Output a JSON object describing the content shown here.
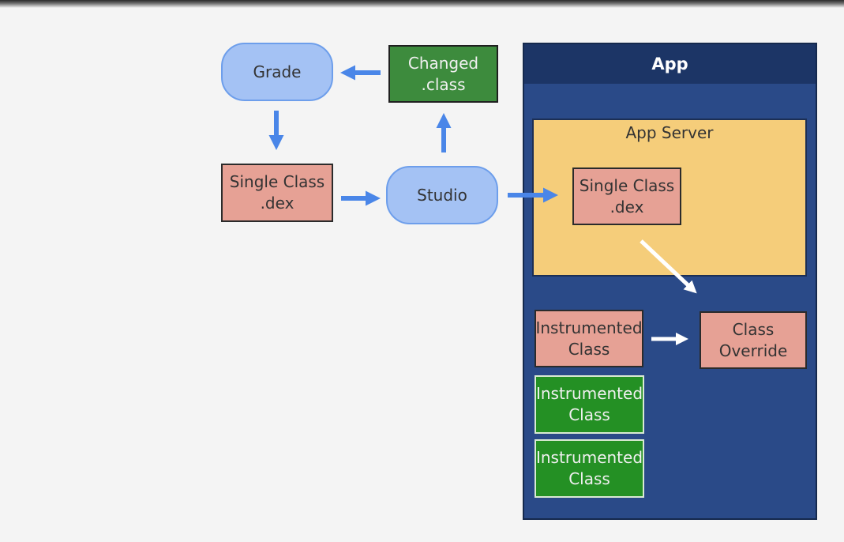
{
  "diagram": {
    "nodes": {
      "grade": "Grade",
      "changed_class": "Changed\n.class",
      "single_class_dex": "Single Class\n.dex",
      "studio": "Studio",
      "app": "App",
      "app_server": "App Server",
      "server_single_class_dex": "Single Class\n.dex",
      "instrumented_class_1": "Instrumented\nClass",
      "class_override": "Class\nOverride",
      "instrumented_class_2": "Instrumented\nClass",
      "instrumented_class_3": "Instrumented\nClass"
    },
    "edges": [
      {
        "from": "changed_class",
        "to": "grade"
      },
      {
        "from": "grade",
        "to": "single_class_dex"
      },
      {
        "from": "single_class_dex",
        "to": "studio"
      },
      {
        "from": "studio",
        "to": "changed_class"
      },
      {
        "from": "studio",
        "to": "server_single_class_dex"
      },
      {
        "from": "server_single_class_dex",
        "to": "class_override"
      },
      {
        "from": "instrumented_class_1",
        "to": "class_override"
      }
    ],
    "colors": {
      "blue_arrow": "#4a86e8",
      "white_arrow": "#ffffff",
      "app_background": "#2a4a88",
      "app_server_background": "#f5cd7a",
      "pill_fill": "#a4c2f4",
      "red_box": "#e6a195",
      "green_box": "#249024"
    }
  }
}
